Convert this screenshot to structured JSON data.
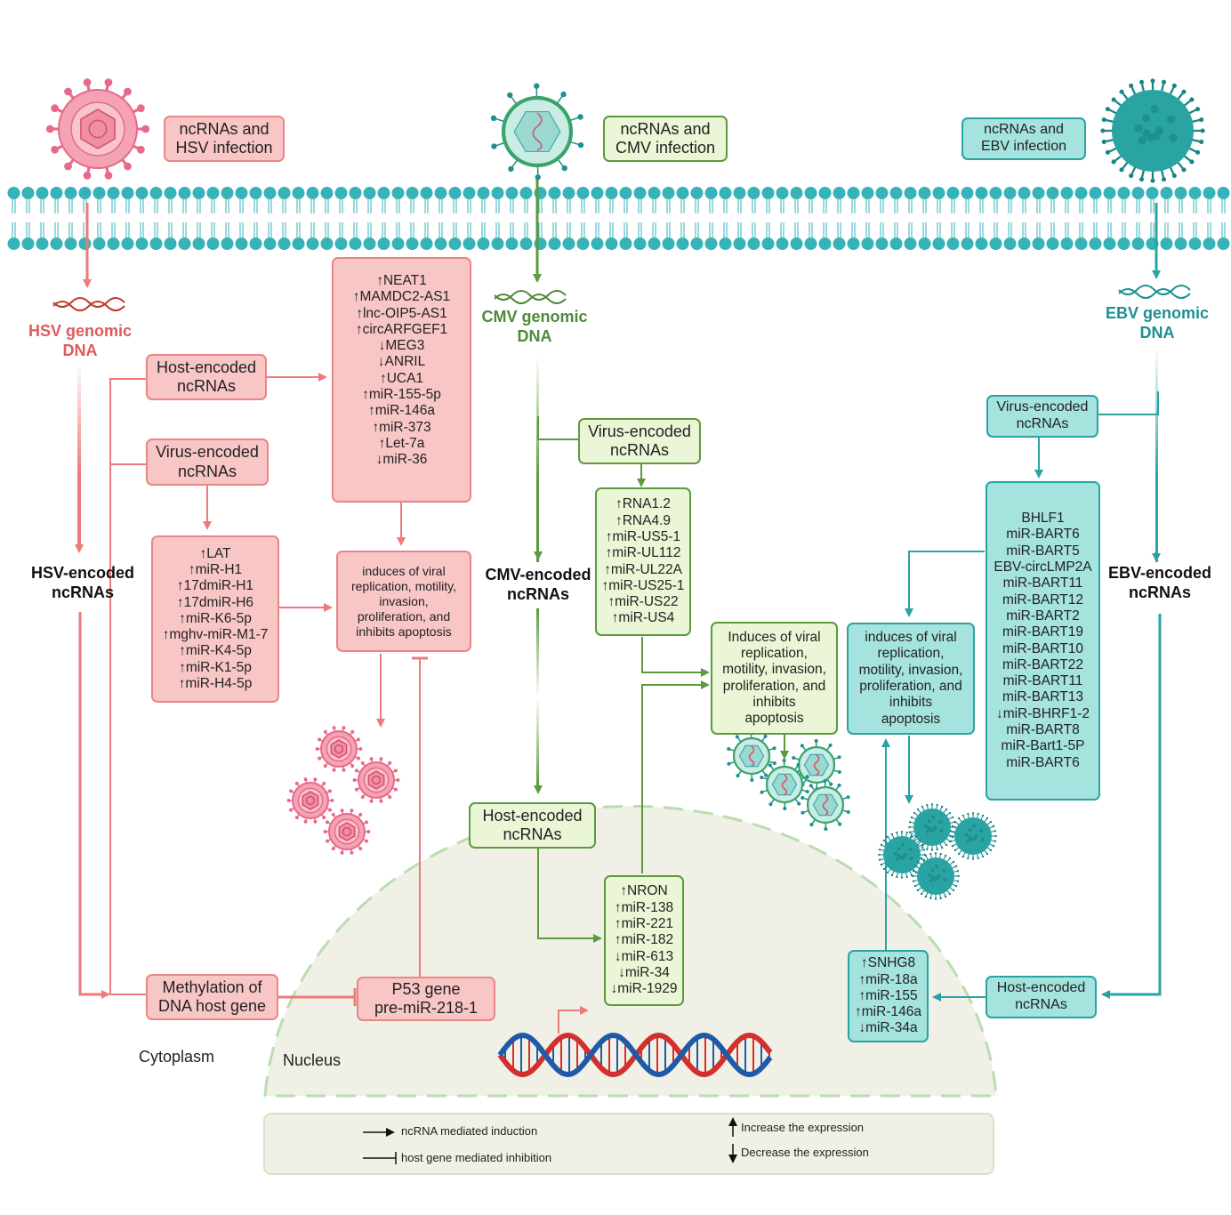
{
  "colors": {
    "hsv_fill": "#f9c6c6",
    "hsv_border": "#ea8585",
    "hsv_arrow": "#ee7a7a",
    "hsv_text": "#e05a5a",
    "cmv_fill": "#eaf6d6",
    "cmv_border": "#5c9a3c",
    "cmv_text": "#4d8a3a",
    "ebv_fill": "#a5e3de",
    "ebv_border": "#2aa3a3",
    "ebv_text": "#1f8f8f",
    "membrane": "#36b3b8",
    "nucleus_fill": "#f1f0e6"
  },
  "header": {
    "hsv_title": "ncRNAs and\nHSV infection",
    "cmv_title": "ncRNAs and\nCMV infection",
    "ebv_title": "ncRNAs and\nEBV infection"
  },
  "hsv": {
    "genomic_dna": "HSV genomic\nDNA",
    "host_encoded": "Host-encoded\nncRNAs",
    "virus_encoded": "Virus-encoded\nncRNAs",
    "encoded_label": "HSV-encoded\nncRNAs",
    "host_list": "↑NEAT1\n↑MAMDC2-AS1\n↑lnc-OIP5-AS1\n↑circARFGEF1\n↓MEG3\n↓ANRIL\n↑UCA1\n↑miR-155-5p\n↑miR-146a\n↑miR-373\n↑Let-7a\n↓miR-36",
    "virus_list": "↑LAT\n↑miR-H1\n↑17dmiR-H1\n↑17dmiR-H6\n↑miR-K6-5p\n↑mghv-miR-M1-7\n↑miR-K4-5p\n↑miR-K1-5p\n↑miR-H4-5p",
    "effect": "induces of viral\nreplication, motility,\ninvasion,\nproliferation, and\ninhibits apoptosis",
    "methylation": "Methylation of\nDNA host gene",
    "p53": "P53 gene\npre-miR-218-1"
  },
  "cmv": {
    "genomic_dna": "CMV genomic\nDNA",
    "virus_encoded": "Virus-encoded\nncRNAs",
    "encoded_label": "CMV-encoded\nncRNAs",
    "virus_list": "↑RNA1.2\n↑RNA4.9\n↑miR-US5-1\n↑miR-UL112\n↑miR-UL22A\n↑miR-US25-1\n↑miR-US22\n↑miR-US4",
    "effect": "Induces of viral\nreplication,\nmotility, invasion,\nproliferation, and\ninhibits\napoptosis",
    "host_encoded": "Host-encoded\nncRNAs",
    "host_list": "↑NRON\n↑miR-138\n↑miR-221\n↑miR-182\n↓miR-613\n↓miR-34\n↓miR-1929"
  },
  "ebv": {
    "genomic_dna": "EBV genomic\nDNA",
    "virus_encoded": "Virus-encoded\nncRNAs",
    "encoded_label": "EBV-encoded\nncRNAs",
    "virus_list": "BHLF1\nmiR-BART6\nmiR-BART5\nEBV-circLMP2A\nmiR-BART11\nmiR-BART12\nmiR-BART2\nmiR-BART19\nmiR-BART10\nmiR-BART22\nmiR-BART11\nmiR-BART13\n↓miR-BHRF1-2\nmiR-BART8\nmiR-Bart1-5P\nmiR-BART6",
    "effect": "induces of viral\nreplication,\nmotility, invasion,\nproliferation, and\ninhibits\napoptosis",
    "host_encoded": "Host-encoded\nncRNAs",
    "host_list": "↑SNHG8\n↑miR-18a\n↑miR-155\n↑miR-146a\n↓miR-34a"
  },
  "regions": {
    "cytoplasm": "Cytoplasm",
    "nucleus": "Nucleus"
  },
  "legend": {
    "induction": "ncRNA mediated induction",
    "inhibition": "host gene mediated inhibition",
    "increase": "Increase the expression",
    "decrease": "Decrease the expression"
  },
  "icons": [
    "hsv-virion-icon",
    "cmv-virion-icon",
    "ebv-virion-icon",
    "dna-helix-icon",
    "cell-membrane-icon"
  ]
}
